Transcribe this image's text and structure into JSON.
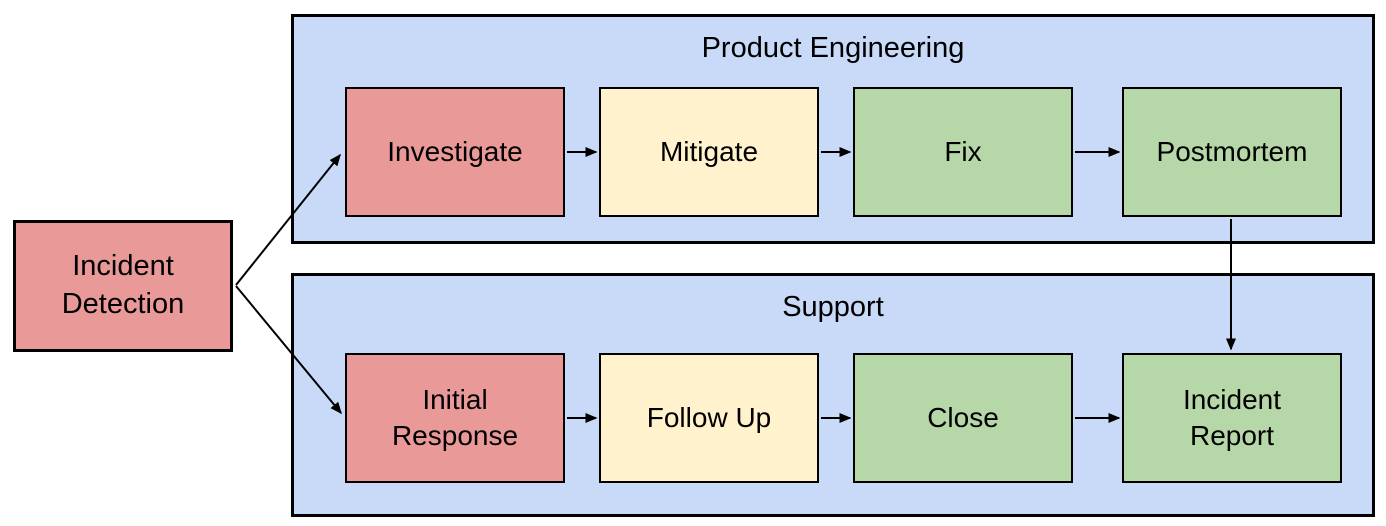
{
  "diagram": {
    "type": "flowchart-swimlane",
    "detection_node": {
      "label": "Incident\nDetection",
      "color": "red"
    },
    "lanes": [
      {
        "title": "Product Engineering",
        "steps": [
          {
            "label": "Investigate",
            "color": "red"
          },
          {
            "label": "Mitigate",
            "color": "yellow"
          },
          {
            "label": "Fix",
            "color": "green"
          },
          {
            "label": "Postmortem",
            "color": "green"
          }
        ]
      },
      {
        "title": "Support",
        "steps": [
          {
            "label": "Initial\nResponse",
            "color": "red"
          },
          {
            "label": "Follow Up",
            "color": "yellow"
          },
          {
            "label": "Close",
            "color": "green"
          },
          {
            "label": "Incident\nReport",
            "color": "green"
          }
        ]
      }
    ],
    "edges": [
      {
        "from": "Incident Detection",
        "to": "Investigate"
      },
      {
        "from": "Incident Detection",
        "to": "Initial Response"
      },
      {
        "from": "Investigate",
        "to": "Mitigate"
      },
      {
        "from": "Mitigate",
        "to": "Fix"
      },
      {
        "from": "Fix",
        "to": "Postmortem"
      },
      {
        "from": "Postmortem",
        "to": "Incident Report"
      },
      {
        "from": "Initial Response",
        "to": "Follow Up"
      },
      {
        "from": "Follow Up",
        "to": "Close"
      },
      {
        "from": "Close",
        "to": "Incident Report"
      }
    ],
    "colors": {
      "red": "#ea9999",
      "yellow": "#fff2cc",
      "green": "#b6d7a8",
      "lane_blue": "#c9daf8",
      "border": "#000000",
      "background": "#ffffff",
      "text": "#000000"
    }
  }
}
